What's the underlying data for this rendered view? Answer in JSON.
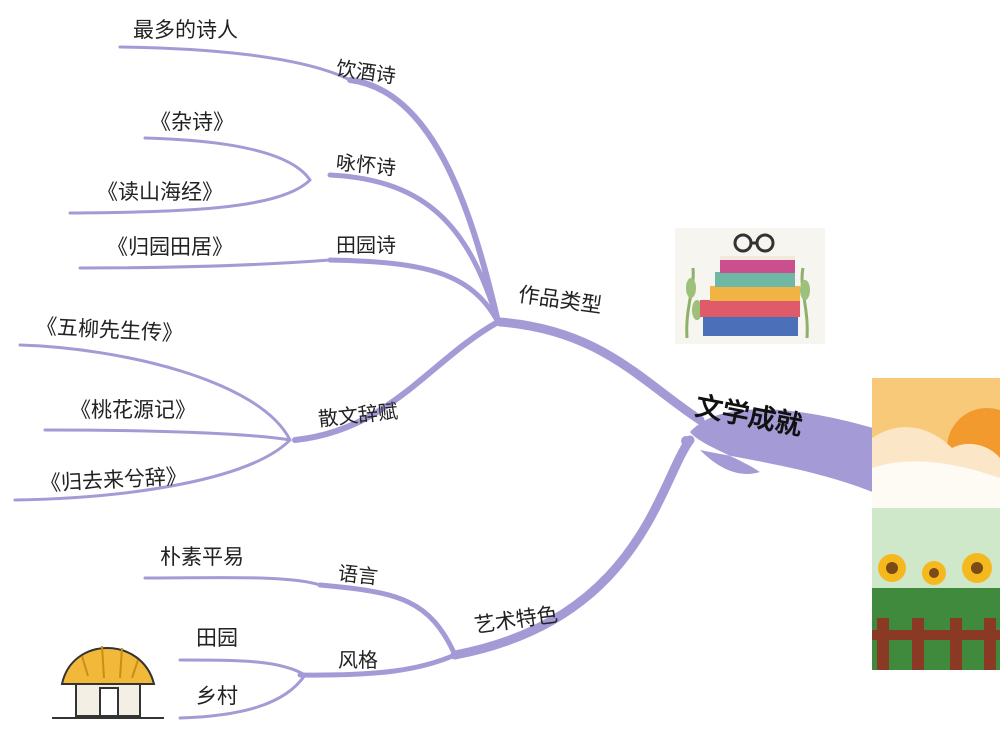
{
  "colors": {
    "branch": "#a49bd6",
    "text": "#222222"
  },
  "root": {
    "label": "文学成就"
  },
  "branches": [
    {
      "label": "作品类型",
      "children": [
        {
          "label": "饮酒诗",
          "children": [
            "最多的诗人"
          ]
        },
        {
          "label": "咏怀诗",
          "children": [
            "《杂诗》",
            "《读山海经》"
          ]
        },
        {
          "label": "田园诗",
          "children": [
            "《归园田居》"
          ]
        },
        {
          "label": "散文辞赋",
          "children": [
            "《五柳先生传》",
            "《桃花源记》",
            "《归去来兮辞》"
          ]
        }
      ]
    },
    {
      "label": "艺术特色",
      "children": [
        {
          "label": "语言",
          "children": [
            "朴素平易"
          ]
        },
        {
          "label": "风格",
          "children": [
            "田园",
            "乡村"
          ]
        }
      ]
    }
  ],
  "illustrations": [
    "books-with-glasses",
    "sunrise-sunflower-landscape",
    "straw-hut"
  ]
}
